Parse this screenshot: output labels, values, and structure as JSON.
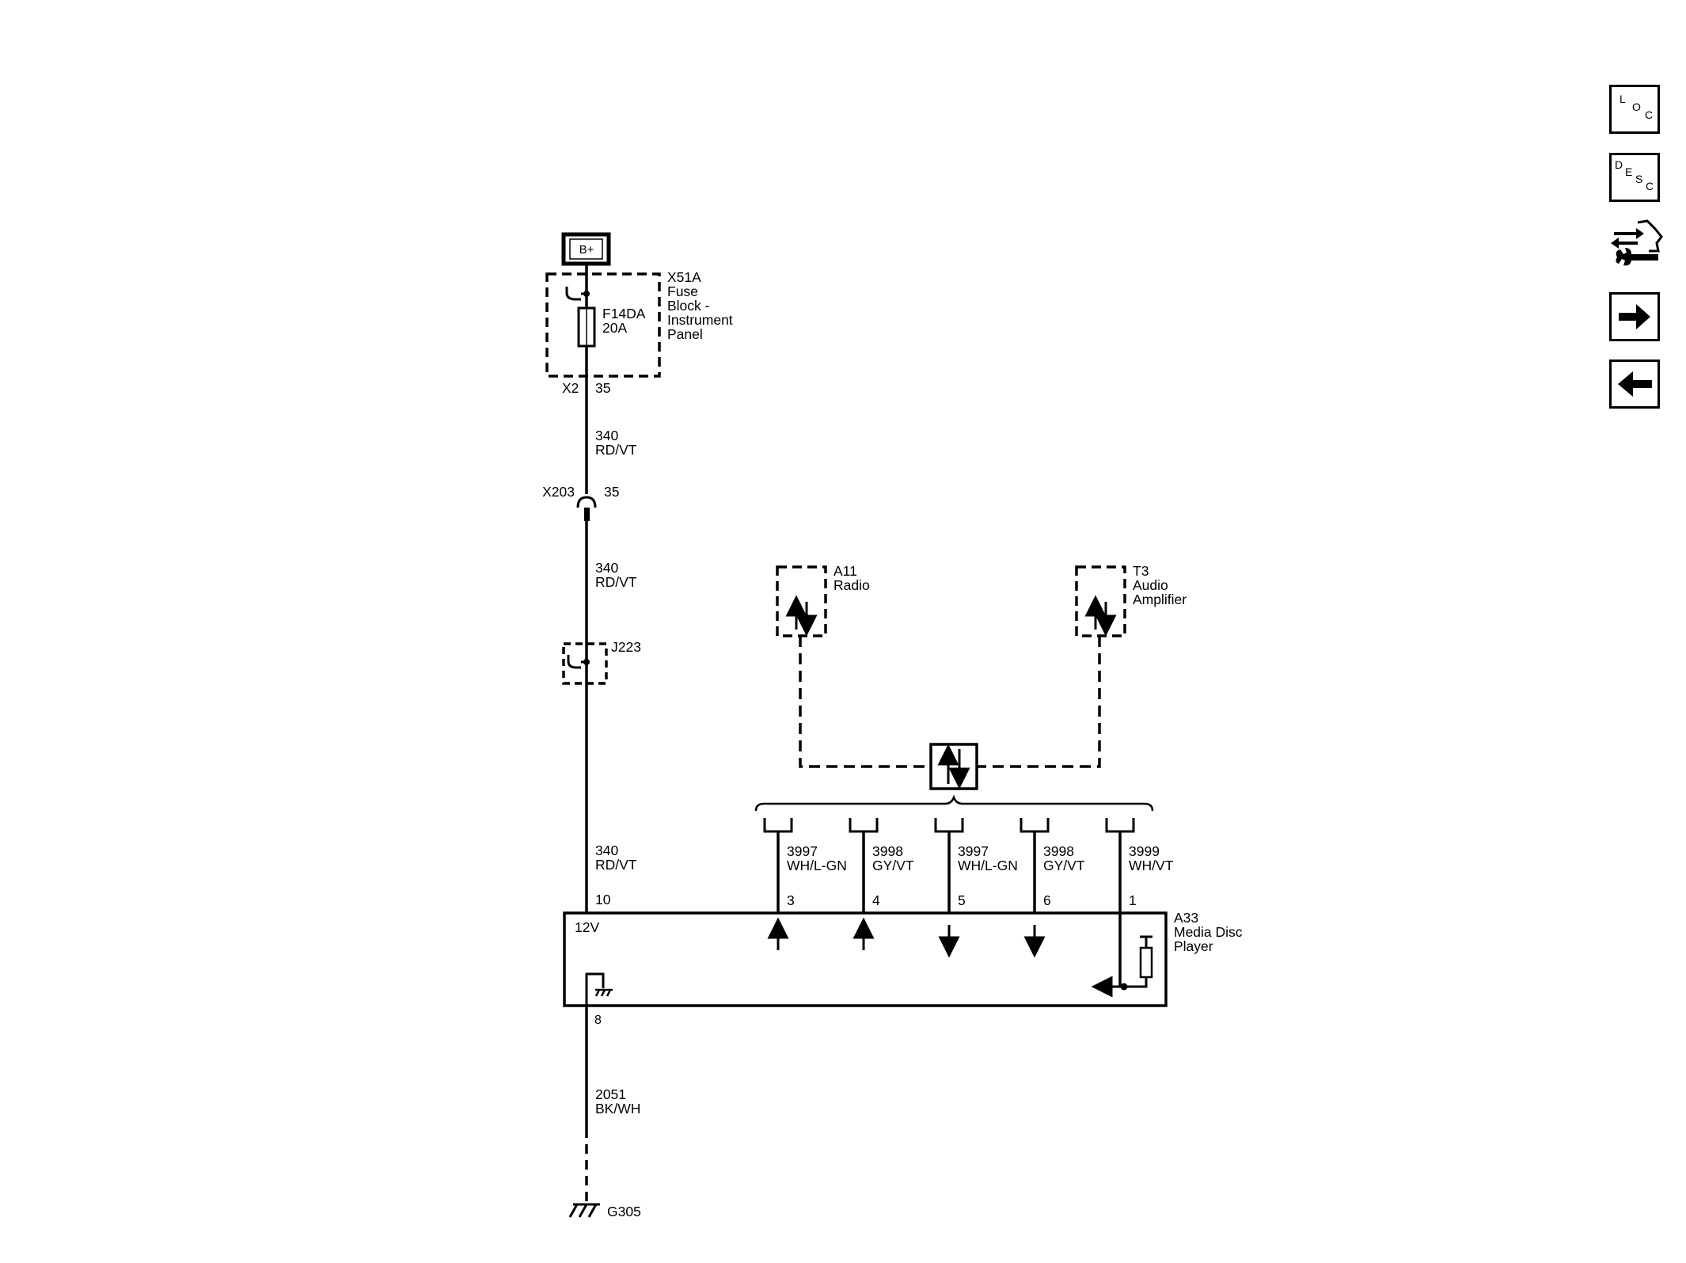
{
  "sidebar": {
    "loc": {
      "l1": "L",
      "l2": "O",
      "l3": "C"
    },
    "desc": {
      "l1": "D",
      "l2": "E",
      "l3": "S",
      "l4": "C"
    },
    "icons": [
      "connector-wrench-icon",
      "arrow-right-icon",
      "arrow-left-icon"
    ]
  },
  "diagram": {
    "power": "B+",
    "fuse_block": {
      "id": "X51A",
      "l1": "Fuse",
      "l2": "Block -",
      "l3": "Instrument",
      "l4": "Panel",
      "conn": "X2",
      "pin": "35"
    },
    "fuse": {
      "id": "F14DA",
      "rating": "20A"
    },
    "wire_a": {
      "circuit": "340",
      "color": "RD/VT"
    },
    "inline_conn": {
      "id": "X203",
      "pin": "35"
    },
    "wire_b": {
      "circuit": "340",
      "color": "RD/VT"
    },
    "splice": {
      "id": "J223"
    },
    "wire_c": {
      "circuit": "340",
      "color": "RD/VT",
      "pin": "10"
    },
    "radio": {
      "id": "A11",
      "name": "Radio"
    },
    "amplifier": {
      "id": "T3",
      "l1": "Audio",
      "l2": "Amplifier"
    },
    "signals": [
      {
        "circuit": "3997",
        "color": "WH/L-GN",
        "pin": "3"
      },
      {
        "circuit": "3998",
        "color": "GY/VT",
        "pin": "4"
      },
      {
        "circuit": "3997",
        "color": "WH/L-GN",
        "pin": "5"
      },
      {
        "circuit": "3998",
        "color": "GY/VT",
        "pin": "6"
      },
      {
        "circuit": "3999",
        "color": "WH/VT",
        "pin": "1"
      }
    ],
    "module": {
      "id": "A33",
      "l1": "Media Disc",
      "l2": "Player",
      "voltage": "12V",
      "ground_pin": "8"
    },
    "ground_wire": {
      "circuit": "2051",
      "color": "BK/WH"
    },
    "ground": "G305"
  }
}
